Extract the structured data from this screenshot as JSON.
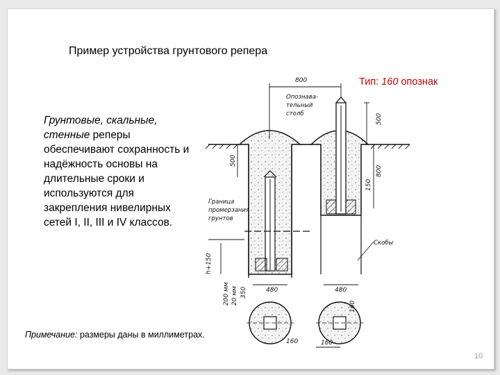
{
  "slide": {
    "title": "Пример устройства грунтового репера",
    "type_label_prefix": "Тип: ",
    "type_label_number": "160",
    "type_label_suffix": " опознак",
    "description_emph": "Грунтовые, скальные, стенные",
    "description_body": " реперы обеспечивают сохранность и надёжность основы на длительные сроки и используются для закрепления нивелирных сетей I, II, III и IV классов.",
    "note_lead": "Примечание:",
    "note_body": " размеры даны в миллиметрах.",
    "page_number": "10"
  },
  "drawing": {
    "labels": {
      "pillar": "Опознава-тельный столб",
      "pillar_lines": [
        "Опознава-",
        "тельный",
        "столб"
      ],
      "boundary_lines": [
        "Граница",
        "промерзания",
        "грунтов"
      ],
      "brackets": "Скобы"
    },
    "dimensions": {
      "top_width": "800",
      "d500_a": "500",
      "d500_b": "500",
      "d800": "800",
      "d150": "150",
      "d480": "480",
      "d480_b": "480",
      "d350": "350",
      "d1": "200 мм",
      "d2": "20 мм",
      "d160": "160",
      "d160_b": "160",
      "d160_c": "160",
      "d_left": "h+150"
    }
  }
}
